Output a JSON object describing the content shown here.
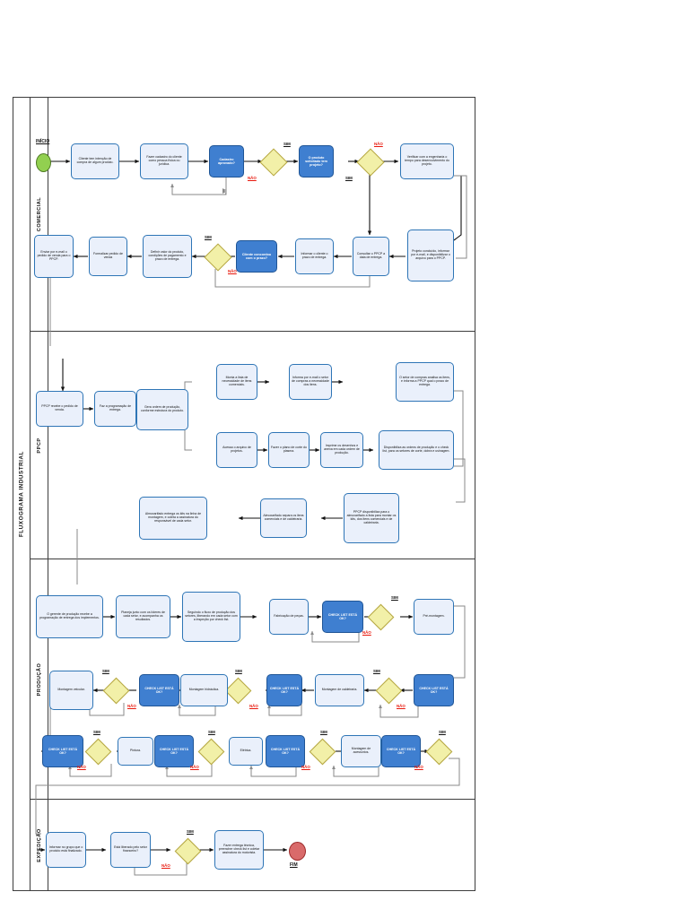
{
  "diagram": {
    "title": "FLUXOGRAMA INDUSTRIAL",
    "start_label": "INÍCIO",
    "end_label": "FIM",
    "yes_label": "SIM",
    "no_label": "NÃO",
    "colors": {
      "process_fill": "#eaf0fb",
      "process_border": "#2e75b6",
      "decision_fill": "#3f7fd0",
      "decision_border": "#1f5596",
      "gateway_fill": "#f2f0a8",
      "gateway_border": "#b5a642",
      "start_fill": "#92d050",
      "end_fill": "#d96a6a",
      "no_text": "#e8180c",
      "frame": "#3d3d3d"
    }
  },
  "lanes": [
    {
      "name": "COMERCIAL"
    },
    {
      "name": "PPCP"
    },
    {
      "name": "PRODUÇÃO"
    },
    {
      "name": "EXPEDIÇÃO"
    }
  ],
  "nodes": {
    "c1": "Cliente tem intenção de compra de algum produto.",
    "c2": "Fazer cadastro do cliente como pessoa física ou jurídica.",
    "c3": "Cadastro aprovado?",
    "c4": "O produto solicitado tem projeto?",
    "c5": "Verificar com a engenharia o tempo para desenvolvimento do projeto.",
    "c6": "Projeto concluído, informar por e-mail, e disponibilizar o arquivo para o PPCP.",
    "c7": "Consultar o PPCP a data de entrega.",
    "c8": "Informar o cliente o prazo de entrega.",
    "c9": "Cliente concordou com o prazo?",
    "c10": "Definir valor do produto, condições de pagamento e prazo de entrega.",
    "c11": "Formalizar pedido de venda",
    "c12": "Enviar por e-mail o pedido de venda para o PPCP.",
    "p1": "PPCP recebe o pedido de venda.",
    "p2": "Faz a programação de entrega.",
    "p3": "Gera ordem de produção, conforme estrutura do produto.",
    "p4": "Monta a lista de necessidade de itens comerciais.",
    "p5": "Informa por e-mail o setor de compras a necessidade dos itens.",
    "p6": "O setor de compras analisa os itens, e informa a PPCP qual o prazo de entrega.",
    "p7": "Acessa o arquivo de projetos.",
    "p8": "Fazer o plano de corte do plasma.",
    "p9": "Imprime os desenhos e anexa em cada ordem de produção.",
    "p10": "Disponibiliza as ordens de produção e o check list, para os setores de corte, dobra e usinagem.",
    "p11": "PPCP disponibiliza para o almoxarifado a lista para montar os kits, dos itens comerciais e de caldeiraria.",
    "p12": "Almoxarifado separa os itens comerciais e de caldeiraria.",
    "p13": "Almoxarifado entrega os kits na linha de montagem, e coleta a assinatura do responsável de cada setor.",
    "d1": "O gerente de produção recebe a programação de entrega dos implementos.",
    "d2": "Planeja junto com os líderes de cada setor, e acompanha os resultados.",
    "d3": "Seguindo o fluxo de produção dos setores, liberando em cada setor com a inspeção por check list.",
    "d4": "Fabricação de peças.",
    "d5": "CHECK LIST ESTÁ OK?",
    "d6": "Pré-montagem.",
    "d7": "CHECK LIST ESTÁ OK?",
    "d8": "Montagem de caldeiraria.",
    "d9": "CHECK LIST ESTÁ OK?",
    "d10": "Montagem hidráulica.",
    "d11": "CHECK LIST ESTÁ OK?",
    "d12": "Montagem veicular.",
    "d13": "CHECK LIST ESTÁ OK?",
    "d14": "Pintura.",
    "d15": "CHECK LIST ESTÁ OK?",
    "d16": "Elétrica.",
    "d17": "CHECK LIST ESTÁ OK?",
    "d18": "Montagem de acessórios.",
    "d19": "CHECK LIST ESTÁ OK?",
    "e1": "Informar no grupo que o produto está finalizado.",
    "e2": "Está liberado pelo setor financeiro?",
    "e3": "Fazer entrega técnica, preencher check list e coletar assinatura do motorista."
  }
}
